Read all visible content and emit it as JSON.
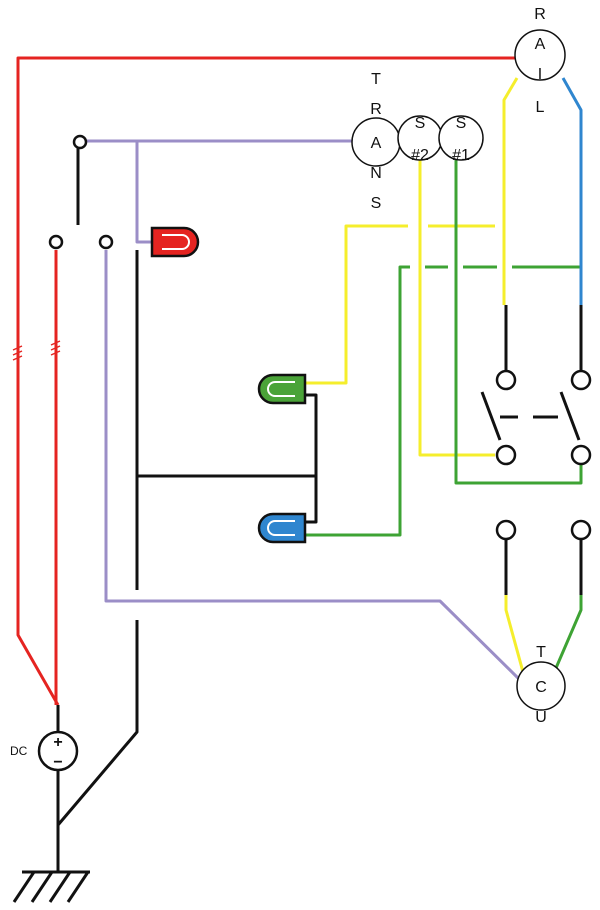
{
  "colors": {
    "red": "#e52421",
    "purple": "#9b8ec7",
    "black": "#111111",
    "yellow": "#f5ee2c",
    "green": "#3ea334",
    "blue": "#2f86cf",
    "led_red": "#e52421",
    "led_green": "#4aa338",
    "led_blue": "#2f86cf"
  },
  "labels": {
    "rail": [
      "R",
      "A",
      "I",
      "L"
    ],
    "trans": [
      "T",
      "R",
      "A",
      "N",
      "S"
    ],
    "s2": [
      "S",
      "#2"
    ],
    "s1": [
      "S",
      "#1"
    ],
    "tcu": [
      "T",
      "C",
      "U"
    ],
    "dc": "DC",
    "plus": "+",
    "minus": "−"
  }
}
